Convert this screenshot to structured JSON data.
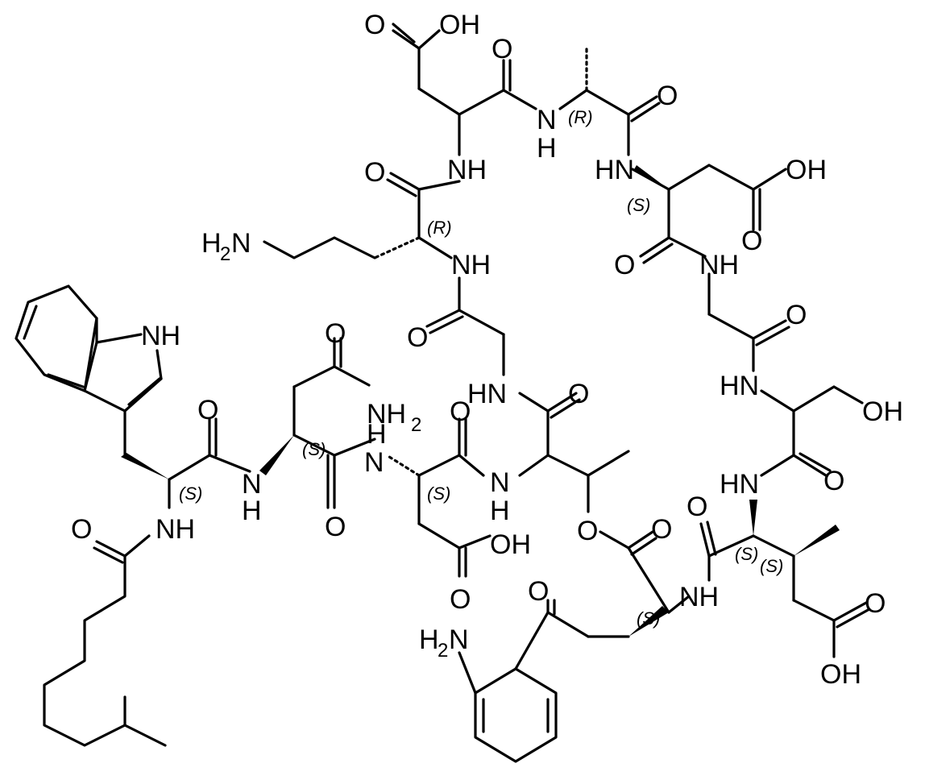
{
  "atoms": {
    "cooh_top_O": "O",
    "cooh_top_OH": "OH",
    "o_ala_carbonyl": "O",
    "nh_ala": "N",
    "nh_ala_h": "H",
    "o_ala_right": "O",
    "hn_asp2": "HN",
    "oh_asp2": "OH",
    "o_asp2_acid": "O",
    "o_asp2_amide": "O",
    "nh_gly2": "NH",
    "o_gly2": "O",
    "hn_ser": "HN",
    "oh_ser": "OH",
    "o_ser": "O",
    "hn_ile": "HN",
    "o_ile": "O",
    "o_ester1": "O",
    "o_ester2": "O",
    "nh_kyn": "NH",
    "o_acid_right": "O",
    "oh_acid_right": "OH",
    "o_kyn_ketone": "O",
    "h2n_kyn": "H",
    "h2n_kyn_sub": "2",
    "h2n_kyn_n": "N",
    "o_thr": "O",
    "hn_thr_top": "HN",
    "nh_thr": "N",
    "nh_thr_h": "H",
    "o_asp3": "O",
    "nh_asp3": "N",
    "nh_asp3_h": "H",
    "o_asp3_acid": "O",
    "oh_asp3": "OH",
    "o_asn_amide": "O",
    "nh2_asn": "NH",
    "nh2_asn_sub": "2",
    "o_asn": "O",
    "nh_asn": "N",
    "nh_asn_h": "H",
    "o_trp": "O",
    "nh_trp": "NH",
    "o_acyl": "O",
    "nh_indole": "NH",
    "o_gly1": "O",
    "nh_orn": "NH",
    "h2n_orn": "H",
    "h2n_orn_sub": "2",
    "h2n_orn_n": "N",
    "o_orn": "O",
    "nh_asp1": "NH"
  },
  "stereo_labels": {
    "ala": "(R)",
    "asp2": "(S)",
    "orn": "(R)",
    "asn": "(S)",
    "trp": "(S)",
    "asp3": "(S)",
    "kyn": "(S)",
    "ile_a": "(S)",
    "ile_b": "(S)"
  }
}
